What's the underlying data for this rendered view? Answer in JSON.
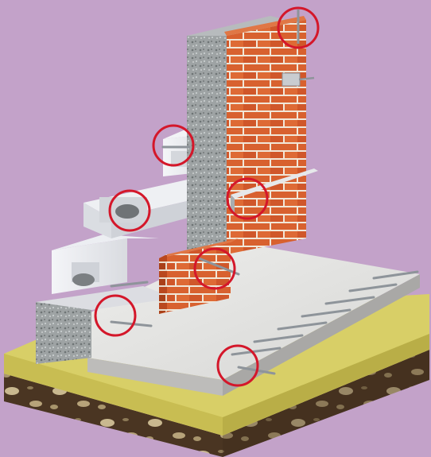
{
  "scene": {
    "title": "",
    "colors": {
      "background": "#c3a2c9",
      "brick": "#d8612f",
      "mortar": "#f1e7d8",
      "concrete_block": "#e7e9ee",
      "slab": "#e3e2e0",
      "sand": "#d8cf67",
      "soil": "#4a3522",
      "rebar": "#9aa0a6",
      "highlight_ring": "#d4172a"
    }
  },
  "components": [
    {
      "name": "concrete-slab"
    },
    {
      "name": "brick-wall-vertical"
    },
    {
      "name": "brick-wall-lower-course"
    },
    {
      "name": "concrete-block-column"
    },
    {
      "name": "sand-bed"
    },
    {
      "name": "soil-layer"
    },
    {
      "name": "rebar-dowels"
    },
    {
      "name": "steel-angle-lintel"
    },
    {
      "name": "wall-tie-anchor"
    }
  ],
  "callouts": [
    {
      "name": "callout-top-rebar"
    },
    {
      "name": "callout-block-tie"
    },
    {
      "name": "callout-block-fill"
    },
    {
      "name": "callout-angle-lintel"
    },
    {
      "name": "callout-brick-tie"
    },
    {
      "name": "callout-footing-dowel"
    },
    {
      "name": "callout-slab-dowel"
    }
  ]
}
